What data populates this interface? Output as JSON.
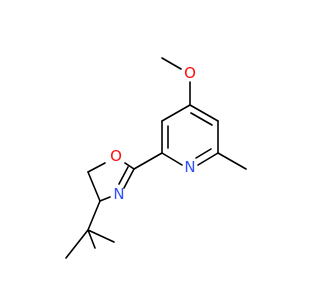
{
  "molecule": {
    "atoms": {
      "oxazoline_oxygen": {
        "symbol": "O",
        "color": "#ff0d0d"
      },
      "oxazoline_nitrogen": {
        "symbol": "N",
        "color": "#3050f8"
      },
      "pyridine_nitrogen": {
        "symbol": "N",
        "color": "#3050f8"
      },
      "methoxy_oxygen": {
        "symbol": "O",
        "color": "#ff0d0d"
      }
    },
    "bond_color": "#000000"
  }
}
